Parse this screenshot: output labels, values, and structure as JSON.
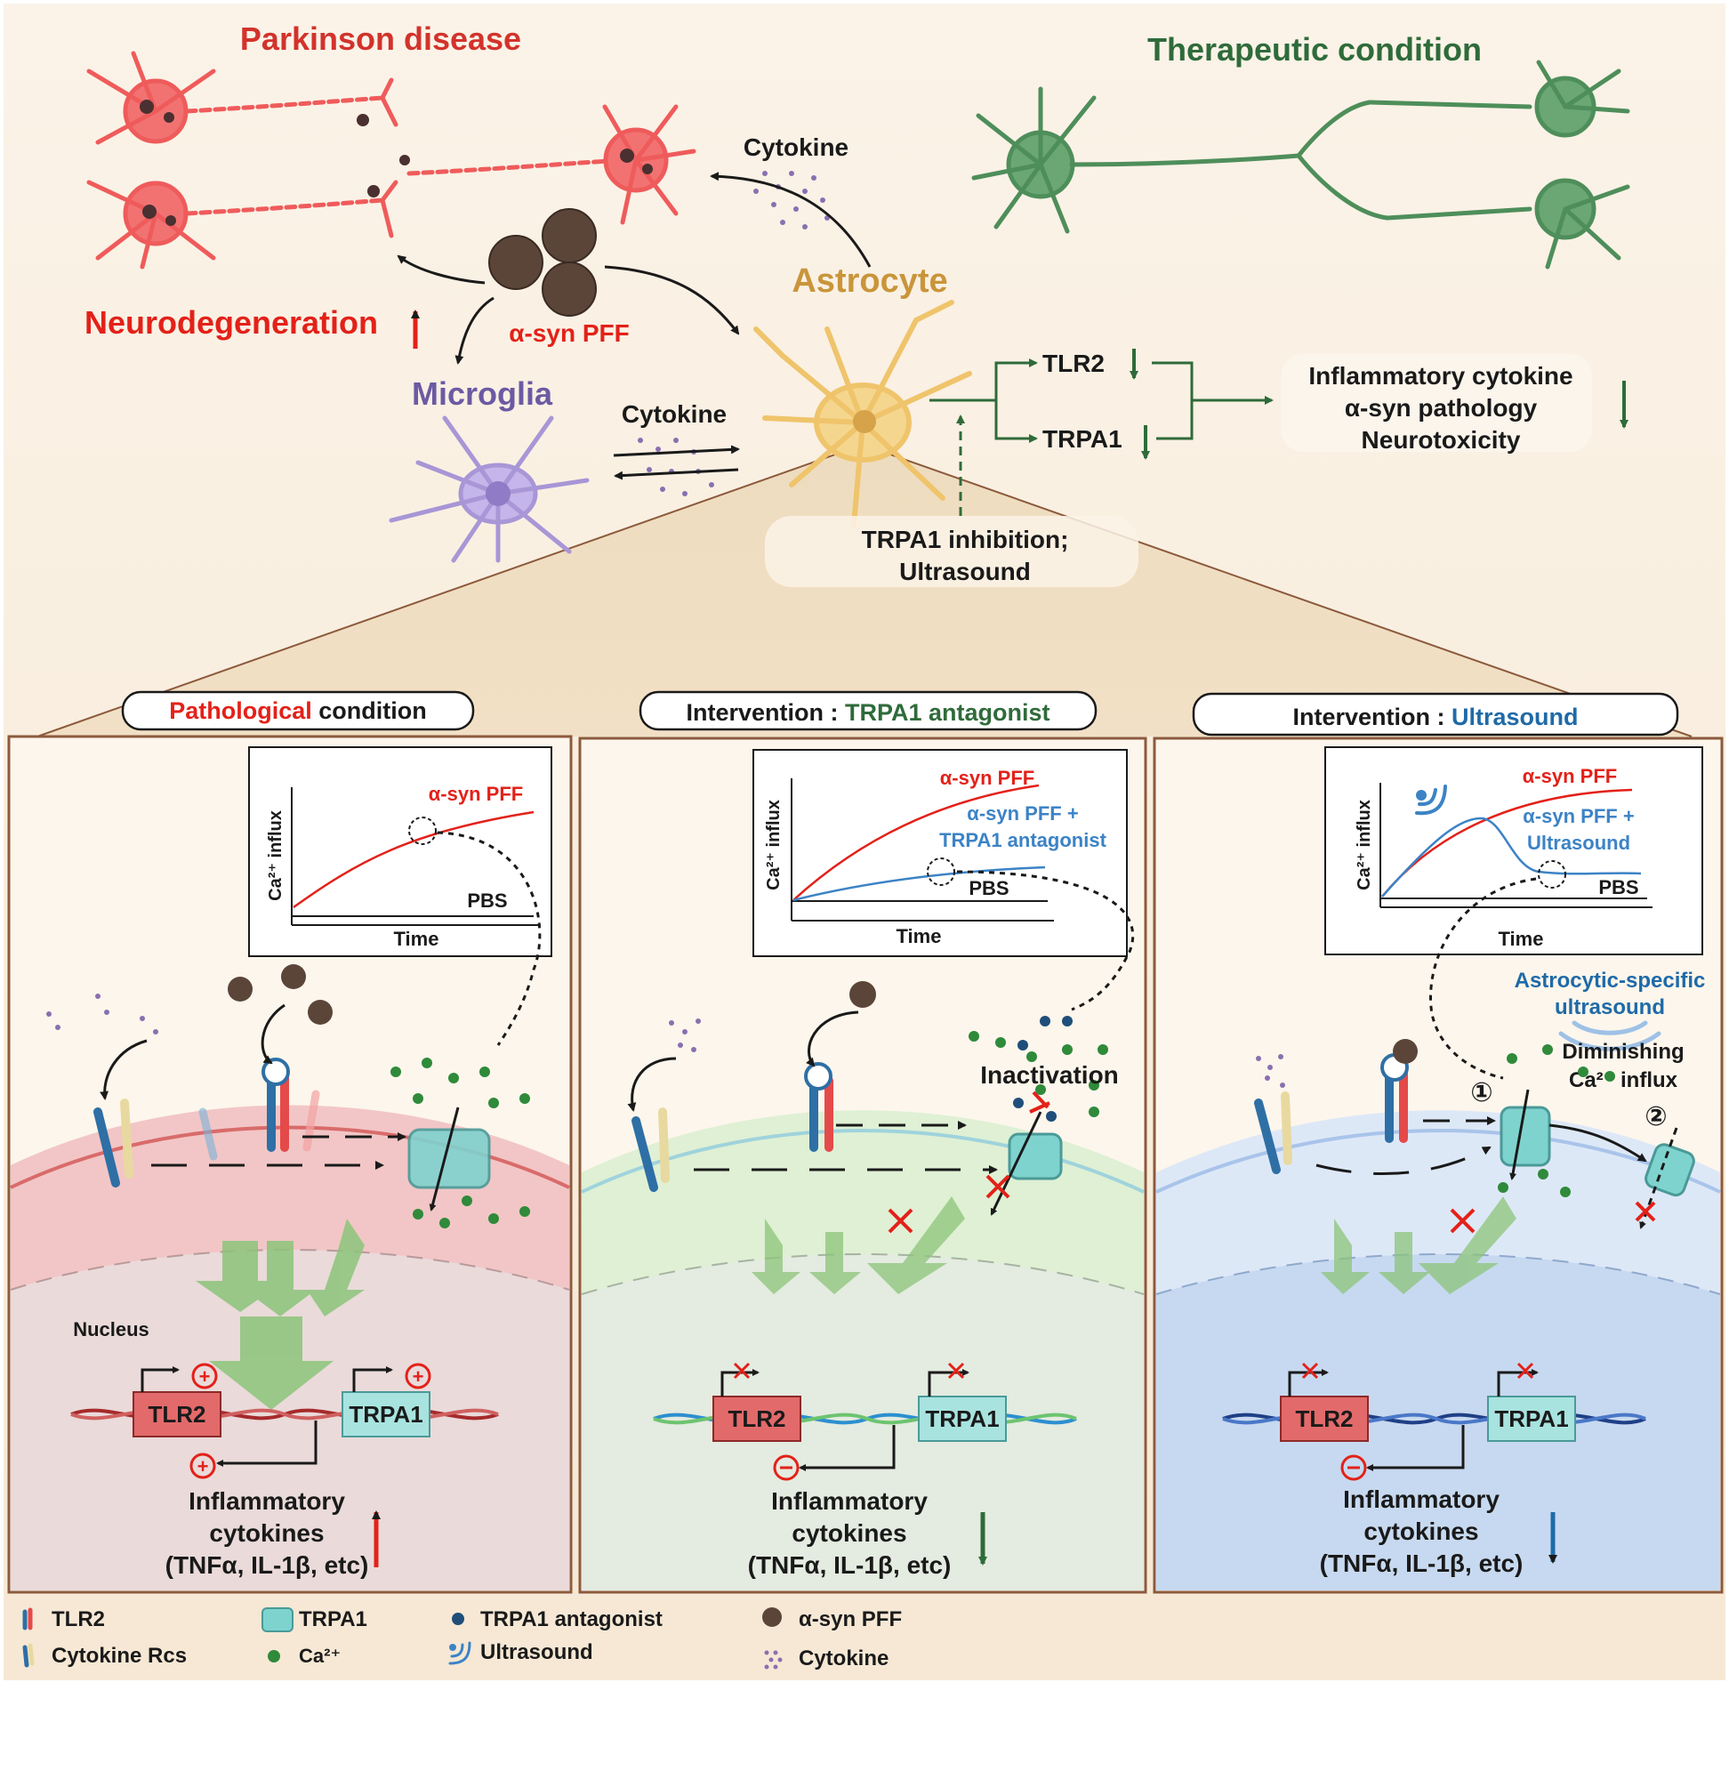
{
  "header": {
    "left_title": "Parkinson disease",
    "right_title": "Therapeutic condition"
  },
  "top": {
    "cytokine_astro": "Cytokine",
    "cytokine_micro": "Cytokine",
    "astrocyte": "Astrocyte",
    "microglia": "Microglia",
    "neurodegeneration": "Neurodegeneration",
    "pff": "α-syn PFF",
    "tlr2": "TLR2",
    "trpa1": "TRPA1",
    "inhibition_1": "TRPA1 inhibition;",
    "inhibition_2": "Ultrasound",
    "outcome_1": "Inflammatory cytokine",
    "outcome_2": "α-syn pathology",
    "outcome_3": "Neurotoxicity"
  },
  "panels": [
    {
      "title_a": "Pathological",
      "title_b": " condition",
      "graph": {
        "ylabel": "Ca²⁺ influx",
        "xlabel": "Time",
        "pbs": "PBS",
        "curve1": "α-syn PFF",
        "curve2a": "",
        "curve2b": ""
      },
      "nucleus": "Nucleus",
      "gene1": "TLR2",
      "gene2": "TRPA1",
      "cyto_1": "Inflammatory",
      "cyto_2": "cytokines",
      "cyto_3": "(TNFα, IL-1β, etc)"
    },
    {
      "title_a": "Intervention : ",
      "title_b": "TRPA1 antagonist",
      "graph": {
        "ylabel": "Ca²⁺ influx",
        "xlabel": "Time",
        "pbs": "PBS",
        "curve1": "α-syn PFF",
        "curve2a": "α-syn PFF +",
        "curve2b": "TRPA1 antagonist"
      },
      "inactivation": "Inactivation",
      "gene1": "TLR2",
      "gene2": "TRPA1",
      "cyto_1": "Inflammatory",
      "cyto_2": "cytokines",
      "cyto_3": "(TNFα, IL-1β, etc)"
    },
    {
      "title_a": "Intervention : ",
      "title_b": "Ultrasound",
      "graph": {
        "ylabel": "Ca²⁺ influx",
        "xlabel": "Time",
        "pbs": "PBS",
        "curve1": "α-syn PFF",
        "curve2a": "α-syn PFF +",
        "curve2b": "Ultrasound"
      },
      "us_1": "Astrocytic-specific",
      "us_2": "ultrasound",
      "dim_1": "Diminishing",
      "dim_2": "Ca²⁺ influx",
      "step1": "①",
      "step2": "②",
      "gene1": "TLR2",
      "gene2": "TRPA1",
      "cyto_1": "Inflammatory",
      "cyto_2": "cytokines",
      "cyto_3": "(TNFα, IL-1β, etc)"
    }
  ],
  "legend": {
    "tlr2": "TLR2",
    "cytokine_rcs": "Cytokine Rcs",
    "trpa1": "TRPA1",
    "ca": "Ca²⁺",
    "antagonist": "TRPA1 antagonist",
    "ultrasound": "Ultrasound",
    "pff": "α-syn PFF",
    "cytokine": "Cytokine"
  },
  "colors": {
    "red": "#e32119",
    "green_title": "#2f6b3a",
    "purple": "#6b5aa3",
    "gold": "#c9953a",
    "blue": "#1f6aa8",
    "panel_border": "#8c5a3c"
  }
}
